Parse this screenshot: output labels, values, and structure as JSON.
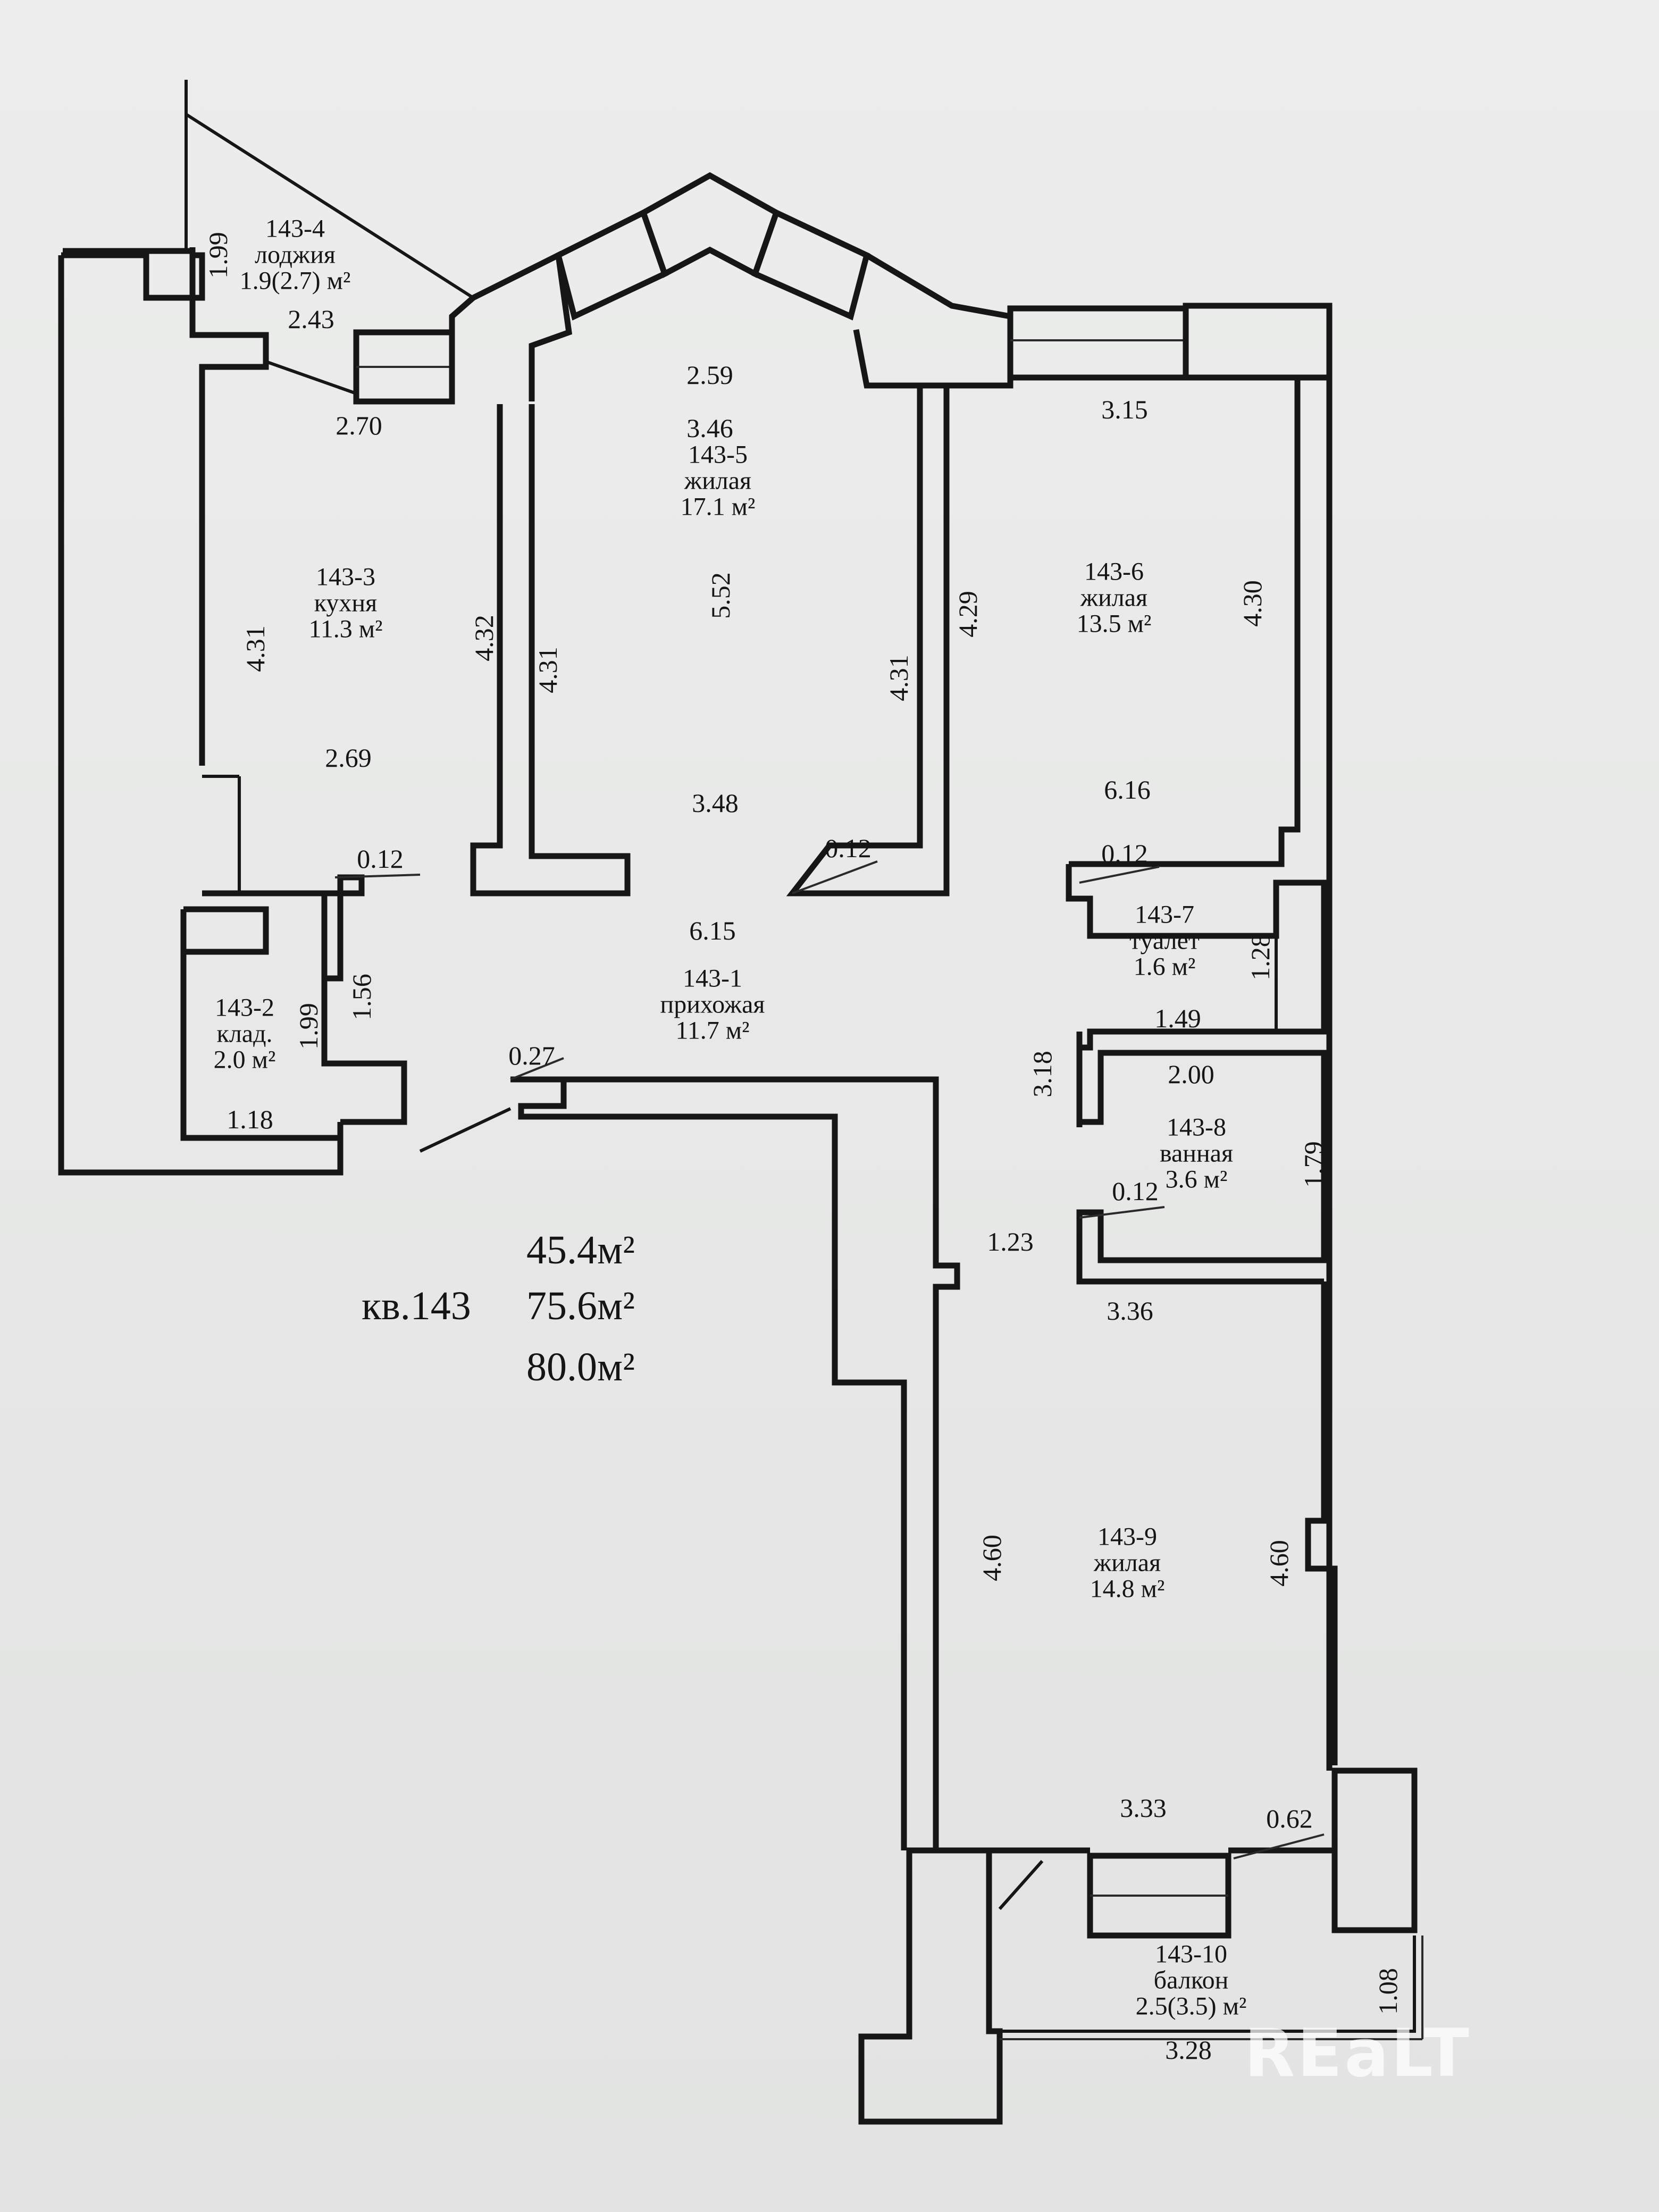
{
  "rooms": {
    "r1": {
      "id": "143-1",
      "name": "прихожая",
      "area": "11.7 м²"
    },
    "r2": {
      "id": "143-2",
      "name": "клад.",
      "area": "2.0 м²"
    },
    "r3": {
      "id": "143-3",
      "name": "кухня",
      "area": "11.3 м²"
    },
    "r4": {
      "id": "143-4",
      "name": "лоджия",
      "area": "1.9(2.7) м²"
    },
    "r5": {
      "id": "143-5",
      "name": "жилая",
      "area": "17.1 м²"
    },
    "r6": {
      "id": "143-6",
      "name": "жилая",
      "area": "13.5 м²"
    },
    "r7": {
      "id": "143-7",
      "name": "туалет",
      "area": "1.6 м²"
    },
    "r8": {
      "id": "143-8",
      "name": "ванная",
      "area": "3.6 м²"
    },
    "r9": {
      "id": "143-9",
      "name": "жилая",
      "area": "14.8 м²"
    },
    "r10": {
      "id": "143-10",
      "name": "балкон",
      "area": "2.5(3.5) м²"
    }
  },
  "dims": {
    "d199a": "1.99",
    "d243": "2.43",
    "d270": "2.70",
    "d259": "2.59",
    "d346": "3.46",
    "d315": "3.15",
    "d552": "5.52",
    "d432": "4.32",
    "d431a": "4.31",
    "d431b": "4.31",
    "d431c": "4.31",
    "d429": "4.29",
    "d430": "4.30",
    "d269": "2.69",
    "d348": "3.48",
    "d616": "6.16",
    "d012a": "0.12",
    "d012b": "0.12",
    "d012c": "0.12",
    "d012d": "0.12",
    "d615": "6.15",
    "d156": "1.56",
    "d199b": "1.99",
    "d118": "1.18",
    "d027": "0.27",
    "d128": "1.28",
    "d149": "1.49",
    "d318": "3.18",
    "d200": "2.00",
    "d179": "1.79",
    "d123": "1.23",
    "d336": "3.36",
    "d460a": "4.60",
    "d460b": "4.60",
    "d333": "3.33",
    "d062": "0.62",
    "d108": "1.08",
    "d328": "3.28"
  },
  "totals": {
    "living": "45.4м²",
    "apartment": "кв.143",
    "total": "75.6м²",
    "total_with_balcony": "80.0м²"
  },
  "watermark": "REaLT"
}
